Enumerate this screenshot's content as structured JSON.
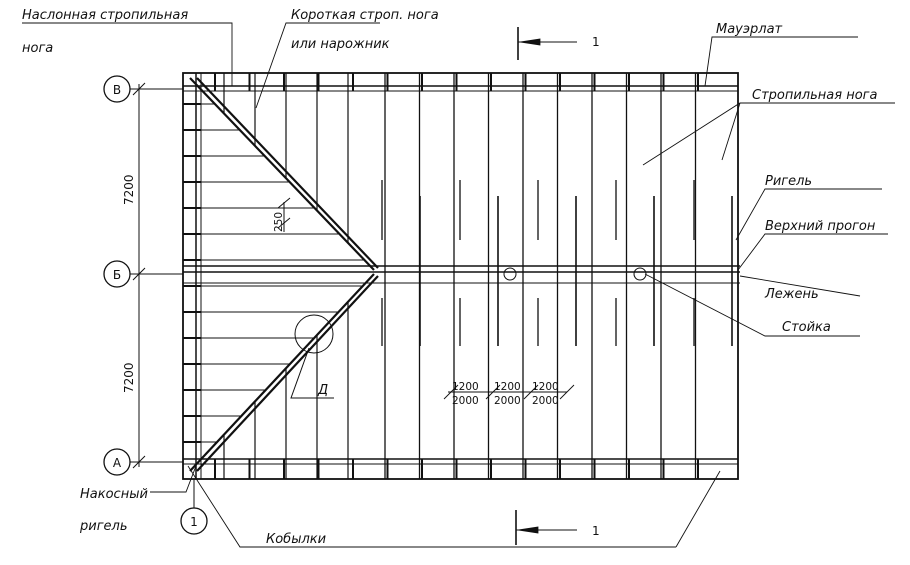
{
  "labels": {
    "naslon_line1": "Наслонная стропильная",
    "naslon_line2": "нога",
    "korotkaya_line1": "Короткая строп. нога",
    "korotkaya_line2": "или нарожник",
    "mauerlat": "Мауэрлат",
    "stropilnaya": "Стропильная нога",
    "rigel": "Ригель",
    "verkhniy_progon": "Верхний прогон",
    "lezhen": "Лежень",
    "stoyka": "Стойка",
    "nakosny_line1": "Накосный",
    "nakosny_line2": "ригель",
    "kobylki": "Кобылки",
    "detail": "Д",
    "spacing_250": "250"
  },
  "axes": {
    "v": "В",
    "b": "Б",
    "a": "А",
    "one": "1"
  },
  "section_marks": {
    "top": "1",
    "bottom": "1"
  },
  "dimensions": {
    "upper": "7200",
    "lower": "7200"
  },
  "spacing": {
    "numerator": "1200",
    "denominator": "2000"
  }
}
